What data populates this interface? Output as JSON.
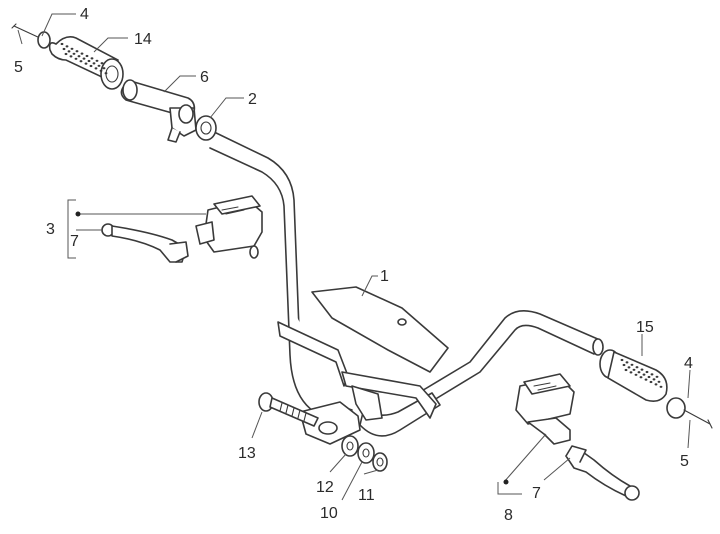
{
  "labels": {
    "l1": "1",
    "l2": "2",
    "l3": "3",
    "l4_left": "4",
    "l4_right": "4",
    "l5_left": "5",
    "l5_right": "5",
    "l6": "6",
    "l7_left": "7",
    "l7_right": "7",
    "l8": "8",
    "l10": "10",
    "l11": "11",
    "l12": "12",
    "l13": "13",
    "l14": "14",
    "l15": "15"
  }
}
